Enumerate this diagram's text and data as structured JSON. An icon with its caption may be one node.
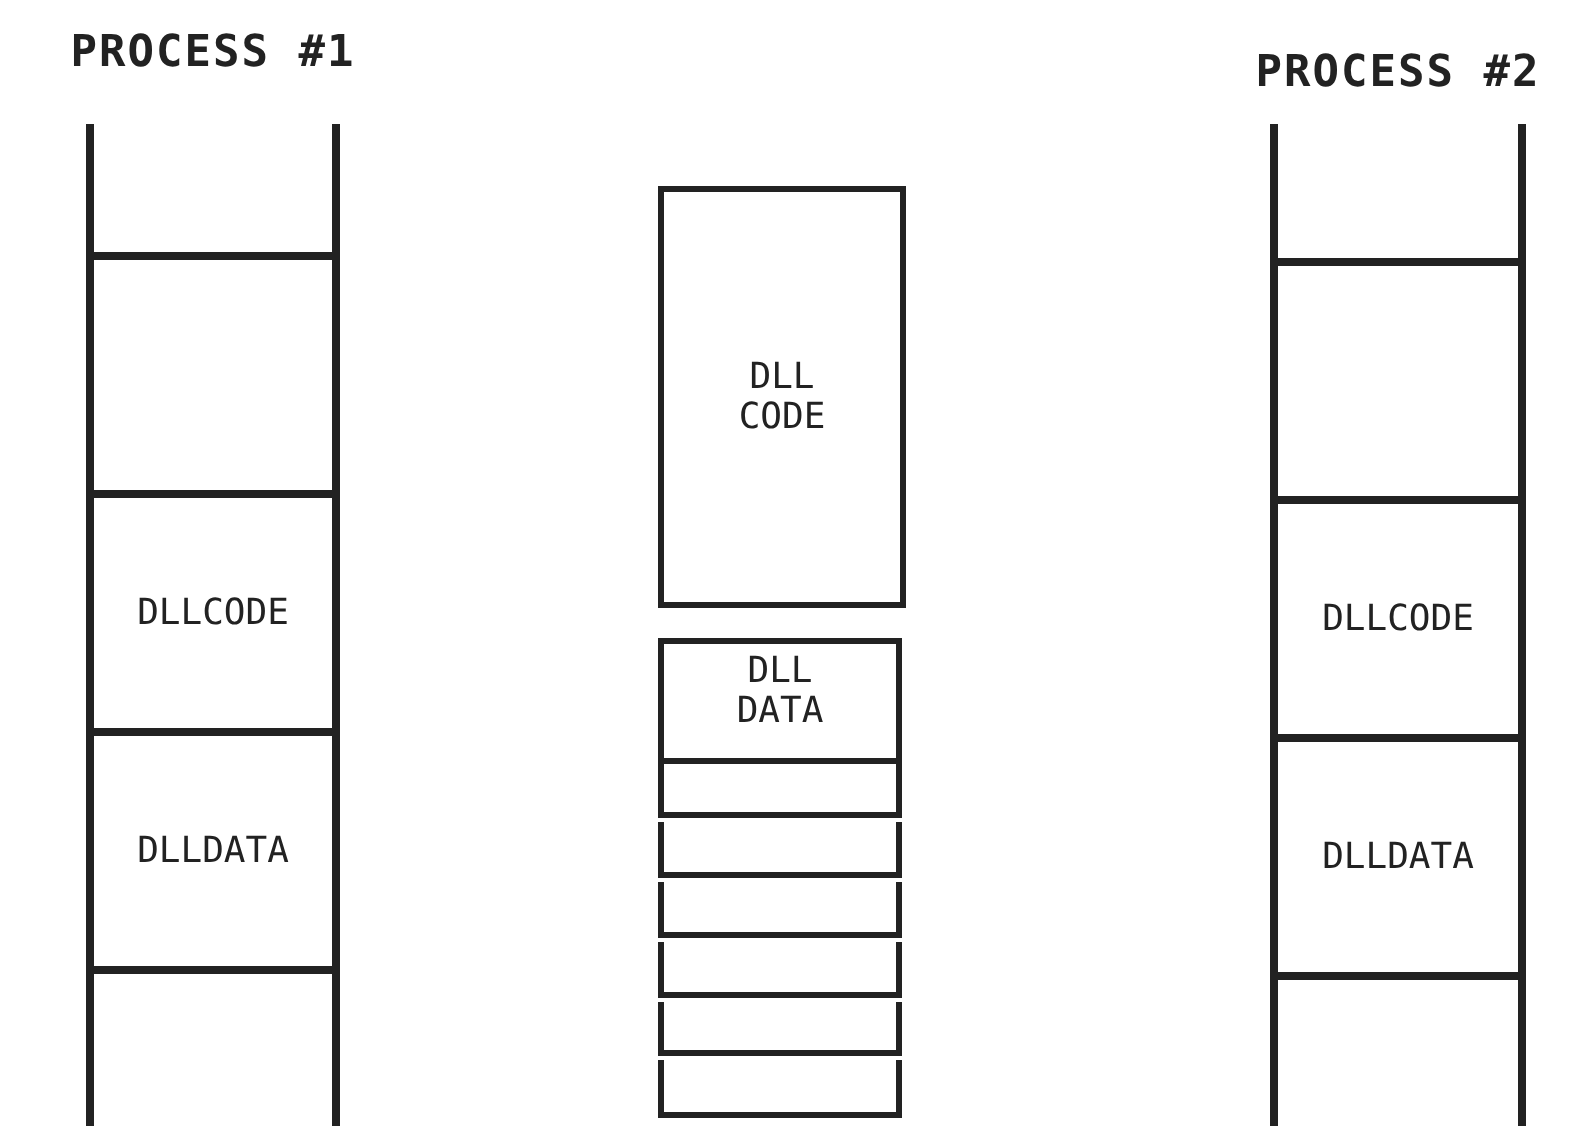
{
  "diagram": {
    "nodes": [
      {
        "text": [
          "PROCESS #1"
        ]
      },
      {
        "text": [],
        "shape": "box",
        "in": 0
      },
      {
        "text": [],
        "shape": "box",
        "in": 0
      },
      {
        "text": [
          "DLLCODE"
        ],
        "in": 0
      },
      {
        "text": [
          "DLLDATA"
        ],
        "in": 0
      },
      {
        "text": [],
        "shape": "box",
        "in": 0
      },
      {
        "text": [
          "DLL CODE"
        ]
      },
      {
        "text": [
          "DLL DATA"
        ]
      },
      {
        "text": [],
        "shape": "box"
      },
      {
        "text": [],
        "shape": "box"
      },
      {
        "text": [],
        "shape": "box"
      },
      {
        "text": [],
        "shape": "box"
      },
      {
        "text": [],
        "shape": "box"
      },
      {
        "text": [],
        "shape": "box"
      },
      {
        "text": [
          "PROCESS #2"
        ]
      },
      {
        "text": [],
        "shape": "box",
        "in": 14
      },
      {
        "text": [],
        "shape": "box",
        "in": 14
      },
      {
        "text": [
          "DLLCODE"
        ],
        "in": 14
      },
      {
        "text": [
          "DLLDATA"
        ],
        "in": 14
      },
      {
        "text": [],
        "shape": "box",
        "in": 14
      }
    ],
    "edges": []
  }
}
